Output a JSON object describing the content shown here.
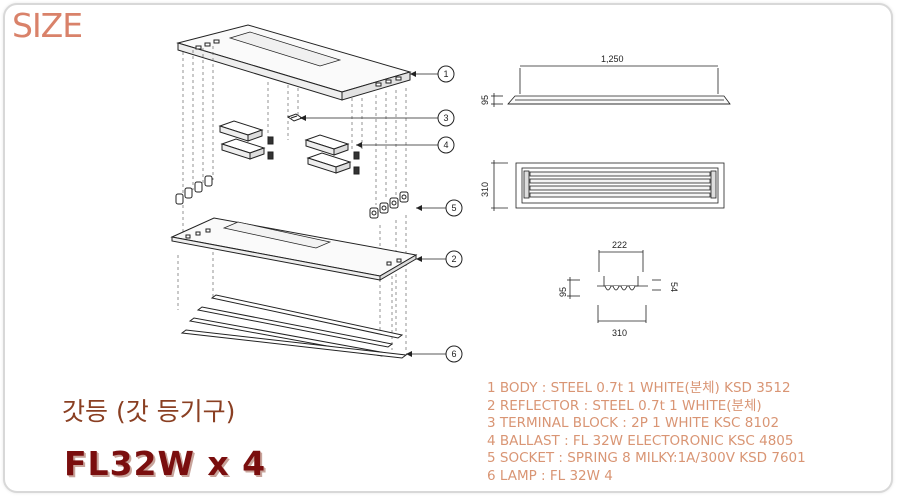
{
  "header": {
    "title": "SIZE"
  },
  "product": {
    "korean_name": "갓등 (갓 등기구)",
    "model": "FL32W x 4"
  },
  "parts": [
    "1 BODY : STEEL 0.7t 1 WHITE(분체) KSD 3512",
    "2 REFLECTOR : STEEL 0.7t 1 WHITE(분체)",
    "3 TERMINAL BLOCK : 2P 1 WHITE KSC 8102",
    "4 BALLAST : FL 32W ELECTORONIC KSC 4805",
    "5 SOCKET : SPRING 8 MILKY:1A/300V KSD 7601",
    "6 LAMP : FL 32W 4"
  ],
  "callouts": [
    "1",
    "2",
    "3",
    "4",
    "5",
    "6"
  ],
  "dimensions": {
    "length": "1,250",
    "height": "95",
    "width": "310",
    "top_width": "222",
    "section_height": "95",
    "lip": "54",
    "bottom_width": "310"
  },
  "colors": {
    "title": "#d9826a",
    "korean": "#8a3f22",
    "model": "#7a0e0e",
    "specs": "#d99574",
    "line": "#222222"
  }
}
